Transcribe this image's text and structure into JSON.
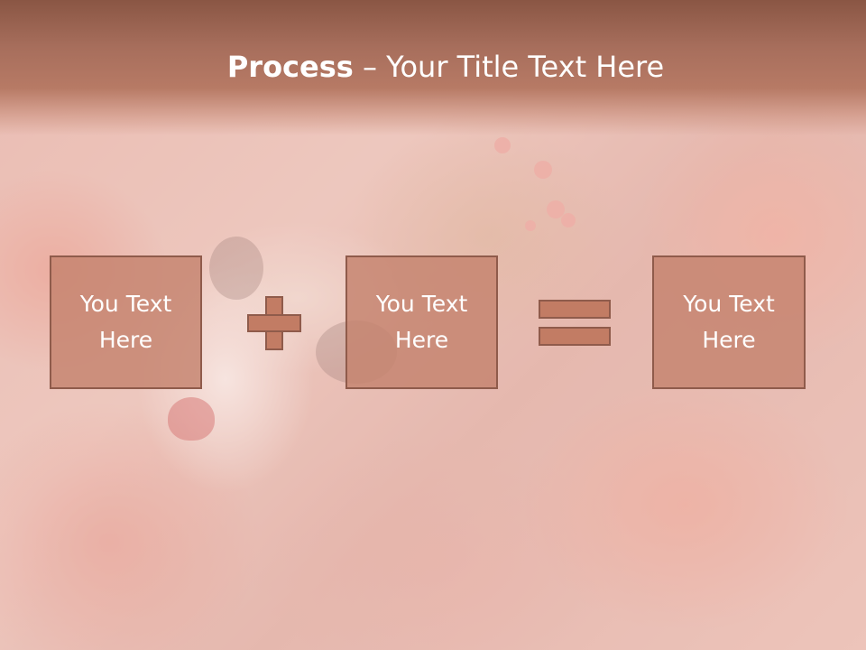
{
  "slide": {
    "title_bold": "Process",
    "title_rest": " – Your Title Text Here"
  },
  "boxes": [
    {
      "line1": "You Text",
      "line2": "Here"
    },
    {
      "line1": "You Text",
      "line2": "Here"
    },
    {
      "line1": "You Text",
      "line2": "Here"
    }
  ],
  "operators": {
    "plus_icon": "plus-icon",
    "equals_icon": "equals-icon"
  },
  "colors": {
    "title_bar": "#a76e5c",
    "box_fill": "#c4836e",
    "box_border": "#8f5b4b",
    "text": "#ffffff"
  }
}
